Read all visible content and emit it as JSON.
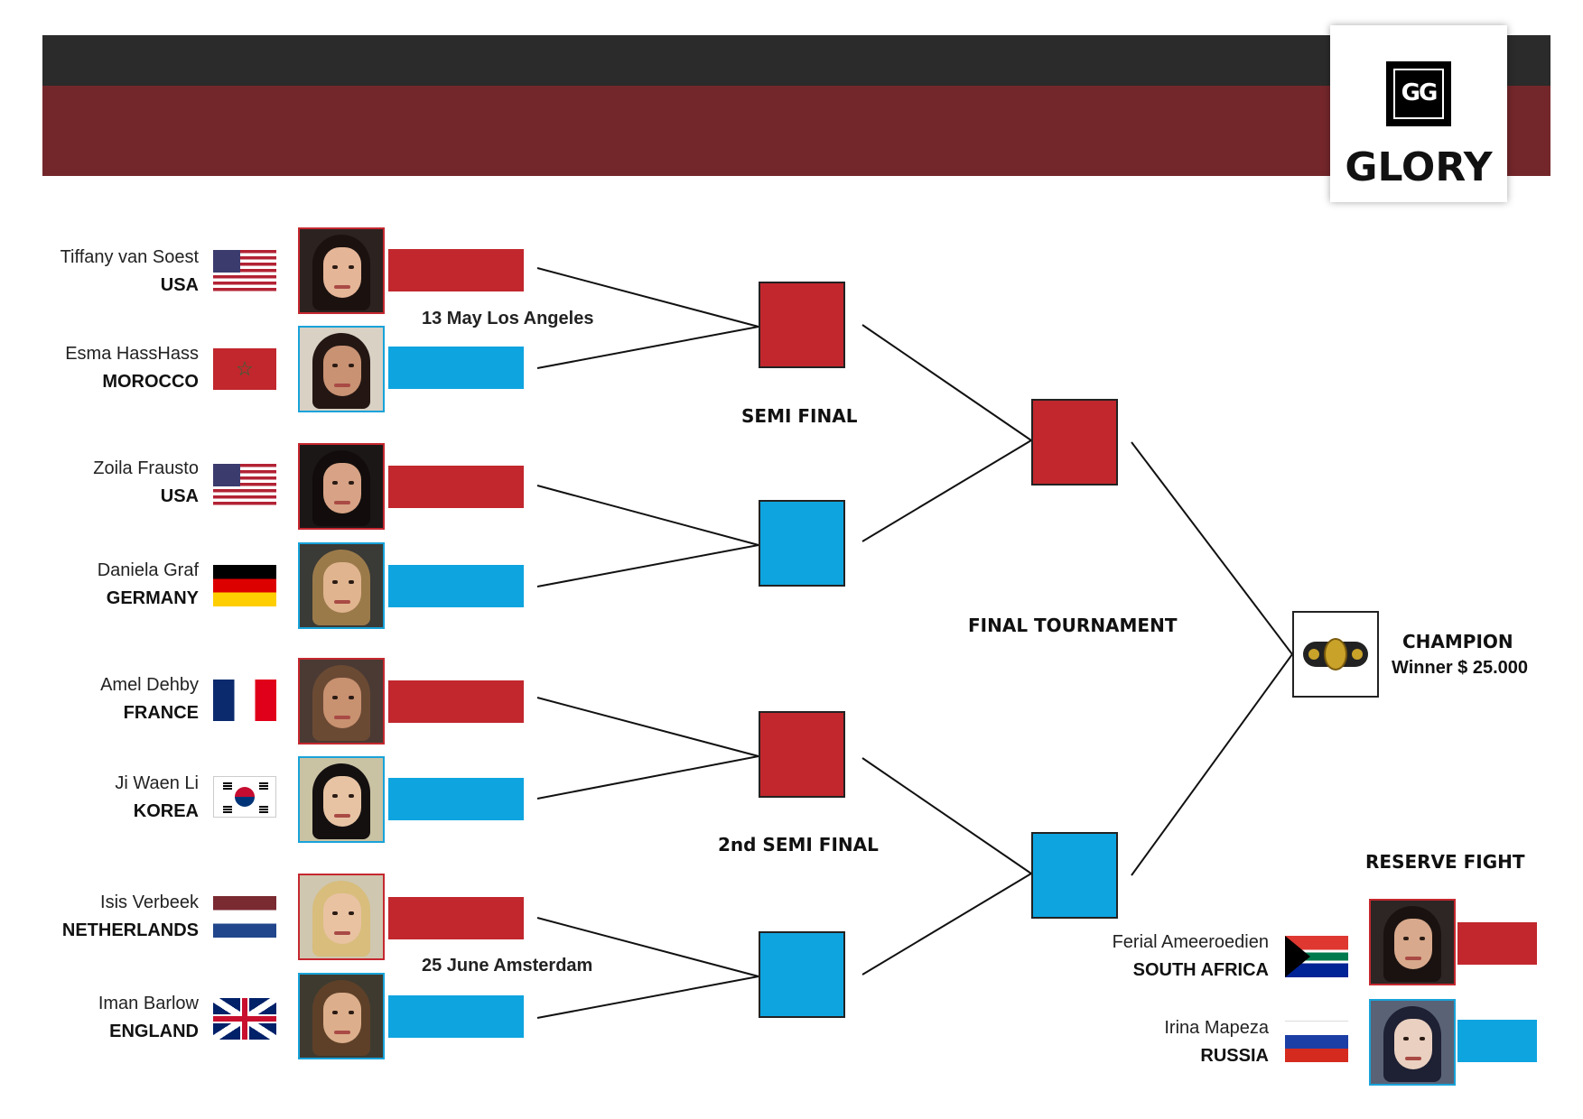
{
  "header": {
    "logo_monogram": "GG",
    "logo_text": "GLORY"
  },
  "colors": {
    "banner_dark": "#2b2b2b",
    "banner_red": "#74272b",
    "corner_red": "#c1272d",
    "corner_blue": "#0ea4df"
  },
  "fighters": [
    {
      "name": "Tiffany van Soest",
      "country": "USA",
      "flag": "us",
      "corner": "red"
    },
    {
      "name": "Esma HassHass",
      "country": "MOROCCO",
      "flag": "ma",
      "corner": "blue"
    },
    {
      "name": "Zoila Frausto",
      "country": "USA",
      "flag": "us",
      "corner": "red"
    },
    {
      "name": "Daniela Graf",
      "country": "GERMANY",
      "flag": "de",
      "corner": "blue"
    },
    {
      "name": "Amel Dehby",
      "country": "FRANCE",
      "flag": "fr",
      "corner": "red"
    },
    {
      "name": "Ji Waen Li",
      "country": "KOREA",
      "flag": "kr",
      "corner": "blue"
    },
    {
      "name": "Isis Verbeek",
      "country": "NETHERLANDS",
      "flag": "nl",
      "corner": "red"
    },
    {
      "name": "Iman Barlow",
      "country": "ENGLAND",
      "flag": "gb",
      "corner": "blue"
    }
  ],
  "events": {
    "first": "13 May Los Angeles",
    "second": "25 June Amsterdam"
  },
  "stages": {
    "semi_final": "SEMI FINAL",
    "second_semi_final": "2nd SEMI FINAL",
    "final_tournament": "FINAL TOURNAMENT"
  },
  "champion": {
    "title": "CHAMPION",
    "prize": "Winner $ 25.000",
    "icon": "championship-belt-icon"
  },
  "reserve": {
    "title": "RESERVE FIGHT",
    "fighters": [
      {
        "name": "Ferial Ameeroedien",
        "country": "SOUTH AFRICA",
        "flag": "za",
        "corner": "red"
      },
      {
        "name": "Irina Mapeza",
        "country": "RUSSIA",
        "flag": "ru",
        "corner": "blue"
      }
    ]
  }
}
